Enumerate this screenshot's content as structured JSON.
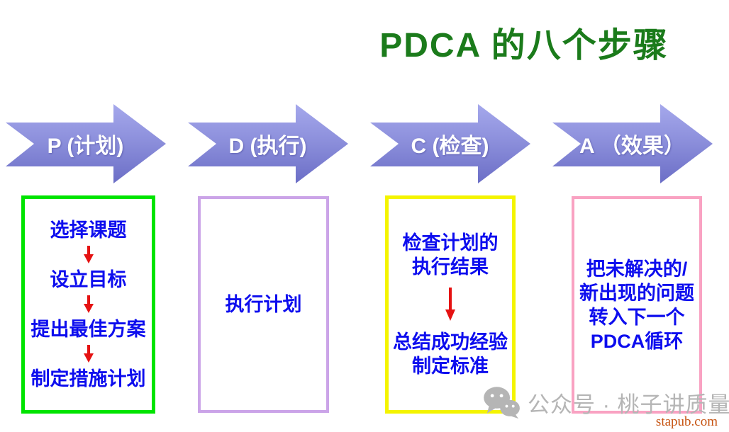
{
  "title": {
    "text": "PDCA 的八个步骤"
  },
  "flow": {
    "arrows": [
      {
        "label": "P (计划)"
      },
      {
        "label": "D (执行)"
      },
      {
        "label": "C (检查)"
      },
      {
        "label": "A （效果）"
      }
    ]
  },
  "boxes": {
    "plan": {
      "steps": [
        "选择课题",
        "设立目标",
        "提出最佳方案",
        "制定措施计划"
      ]
    },
    "do": {
      "text": "执行计划"
    },
    "check": {
      "top_line1": "检查计划的",
      "top_line2": "执行结果",
      "bottom_line1": "总结成功经验",
      "bottom_line2": "制定标准"
    },
    "act": {
      "line1": "把未解决的/",
      "line2": "新出现的问题",
      "line3": "转入下一个",
      "line4": "PDCA循环"
    }
  },
  "watermark": {
    "icon": "wechat-icon",
    "text": "公众号 · 桃子讲质量"
  },
  "footer": {
    "site": "stapub.com"
  },
  "colors": {
    "title_green": "#1b7b1b",
    "text_blue": "#0d0dee",
    "step_arrow_red": "#e51212",
    "banner_fill_top": "#a5a8ec",
    "banner_fill_bottom": "#6b6ec6",
    "plan_border": "#00e400",
    "do_border": "#cba4e8",
    "check_border": "#f4f400",
    "act_border": "#f9a2c2",
    "watermark_gray": "#b5b5b5",
    "site_color": "#c65210"
  }
}
